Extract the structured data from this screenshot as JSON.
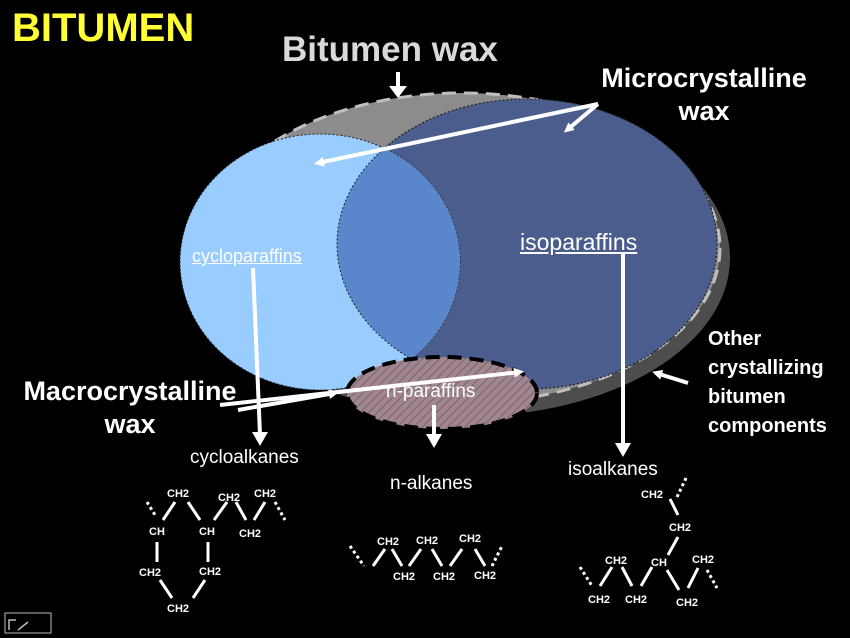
{
  "title": "BITUMEN",
  "bitumen_wax": "Bitumen wax",
  "microcrystalline": "Microcrystalline\nwax",
  "macrocrystalline": "Macrocrystalline\nwax",
  "other_components": "Other\ncrystallizing\nbitumen\ncomponents",
  "families": {
    "cycloparaffins": "cycloparaffins",
    "isoparaffins": "isoparaffins",
    "nparaffins": "n-paraffins"
  },
  "products": {
    "cycloalkanes": "cycloalkanes",
    "nalkanes": "n-alkanes",
    "isoalkanes": "isoalkanes"
  },
  "groups": {
    "ch2": "CH2",
    "ch": "CH"
  },
  "colors": {
    "title": "#ffff33",
    "outer_ellipse": "#808080",
    "cyclo_circle": "#99ccff",
    "iso_circle": "#4a5d8c",
    "overlap": "#5a87cc",
    "nparaffins_fill": "#9a7f8a"
  }
}
